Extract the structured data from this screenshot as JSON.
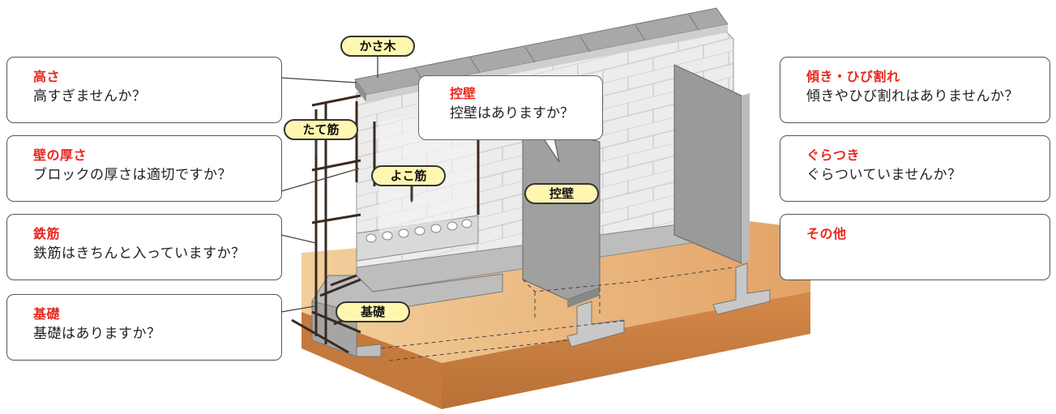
{
  "left_cards": [
    {
      "title": "高さ",
      "question": "高すぎませんか？"
    },
    {
      "title": "壁の厚さ",
      "question": "ブロックの厚さは適切ですか？"
    },
    {
      "title": "鉄筋",
      "question": "鉄筋はきちんと入っていますか？"
    },
    {
      "title": "基礎",
      "question": "基礎はありますか？"
    }
  ],
  "right_cards": [
    {
      "title": "傾き・ひび割れ",
      "question": "傾きやひび割れはありませんか？"
    },
    {
      "title": "ぐらつき",
      "question": "ぐらついていませんか？"
    },
    {
      "title": "その他",
      "question": ""
    }
  ],
  "bubble": {
    "title": "控壁",
    "question": "控壁はありますか？"
  },
  "tags": {
    "kasagi": "かさ木",
    "tatekin": "たて筋",
    "yokokin": "よこ筋",
    "hikae": "控壁",
    "kiso": "基礎"
  },
  "colors": {
    "title_red": "#e8281e",
    "tag_fill": "#fff7b0",
    "soil_light": "#eec090",
    "soil_dark": "#c88040",
    "block": "#e8e8e8",
    "concrete_gray": "#8a8a8a"
  }
}
